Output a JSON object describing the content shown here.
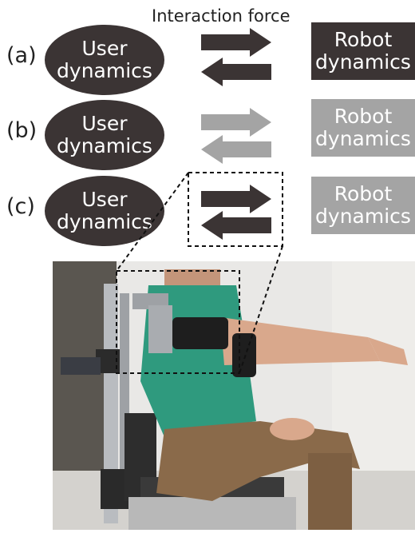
{
  "title": "Interaction force",
  "rows": [
    {
      "label": "(a)",
      "user": [
        "User",
        "dynamics"
      ],
      "robot": [
        "Robot",
        "dynamics"
      ],
      "style": "dark"
    },
    {
      "label": "(b)",
      "user": [
        "User",
        "dynamics"
      ],
      "robot": [
        "Robot",
        "dynamics"
      ],
      "style": "light"
    },
    {
      "label": "(c)",
      "user": [
        "User",
        "dynamics"
      ],
      "robot": [
        "Robot",
        "dynamics"
      ],
      "style": "mixed"
    }
  ],
  "colors": {
    "dark": "#3b3434",
    "light": "#a4a4a4",
    "wall": "#e9e8e6",
    "shirt": "#2f9a7e",
    "pants": "#8a6a4a",
    "skin": "#d9a88c",
    "metal": "#b9bcc0"
  }
}
